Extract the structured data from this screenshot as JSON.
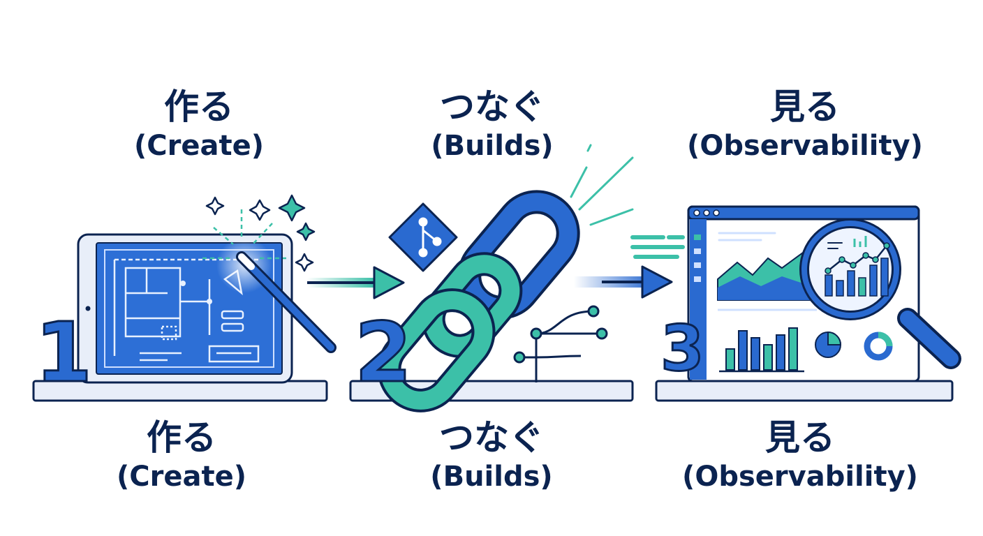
{
  "steps": [
    {
      "number": "1",
      "title_jp": "作る",
      "title_en": "(Create)"
    },
    {
      "number": "2",
      "title_jp": "つなぐ",
      "title_en": "(Builds)"
    },
    {
      "number": "3",
      "title_jp": "見る",
      "title_en": "(Observability)"
    }
  ],
  "colors": {
    "navy": "#0b2350",
    "blue": "#2a6ad0",
    "teal": "#3cc0a8",
    "light": "#e8eef9"
  }
}
